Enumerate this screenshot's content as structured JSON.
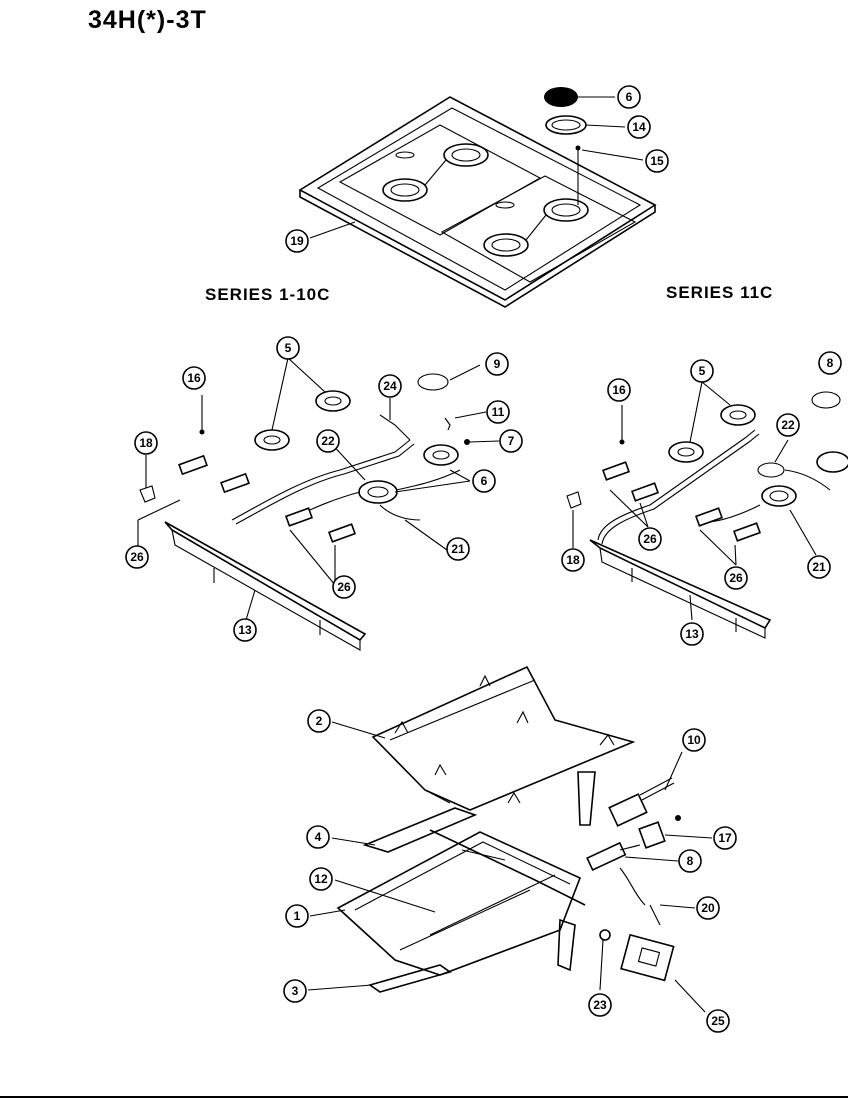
{
  "model": "34H(*)-3T",
  "series_left": "SERIES 1-10C",
  "series_right": "SERIES 11C",
  "callouts": {
    "c6a": "6",
    "c14": "14",
    "c15": "15",
    "c19": "19",
    "c5a": "5",
    "c9a": "9",
    "c24": "24",
    "c16a": "16",
    "c18a": "18",
    "c11": "11",
    "c22a": "22",
    "c7": "7",
    "c6b": "6",
    "c26a": "26",
    "c26b": "26",
    "c21a": "21",
    "c13a": "13",
    "c16b": "16",
    "c5b": "5",
    "c8a": "8",
    "c22b": "22",
    "c26c": "26",
    "c18b": "18",
    "c26d": "26",
    "c21b": "21",
    "c13b": "13",
    "c2": "2",
    "c10": "10",
    "c4": "4",
    "c17": "17",
    "c8b": "8",
    "c12": "12",
    "c1": "1",
    "c20": "20",
    "c3": "3",
    "c23": "23",
    "c25": "25"
  }
}
